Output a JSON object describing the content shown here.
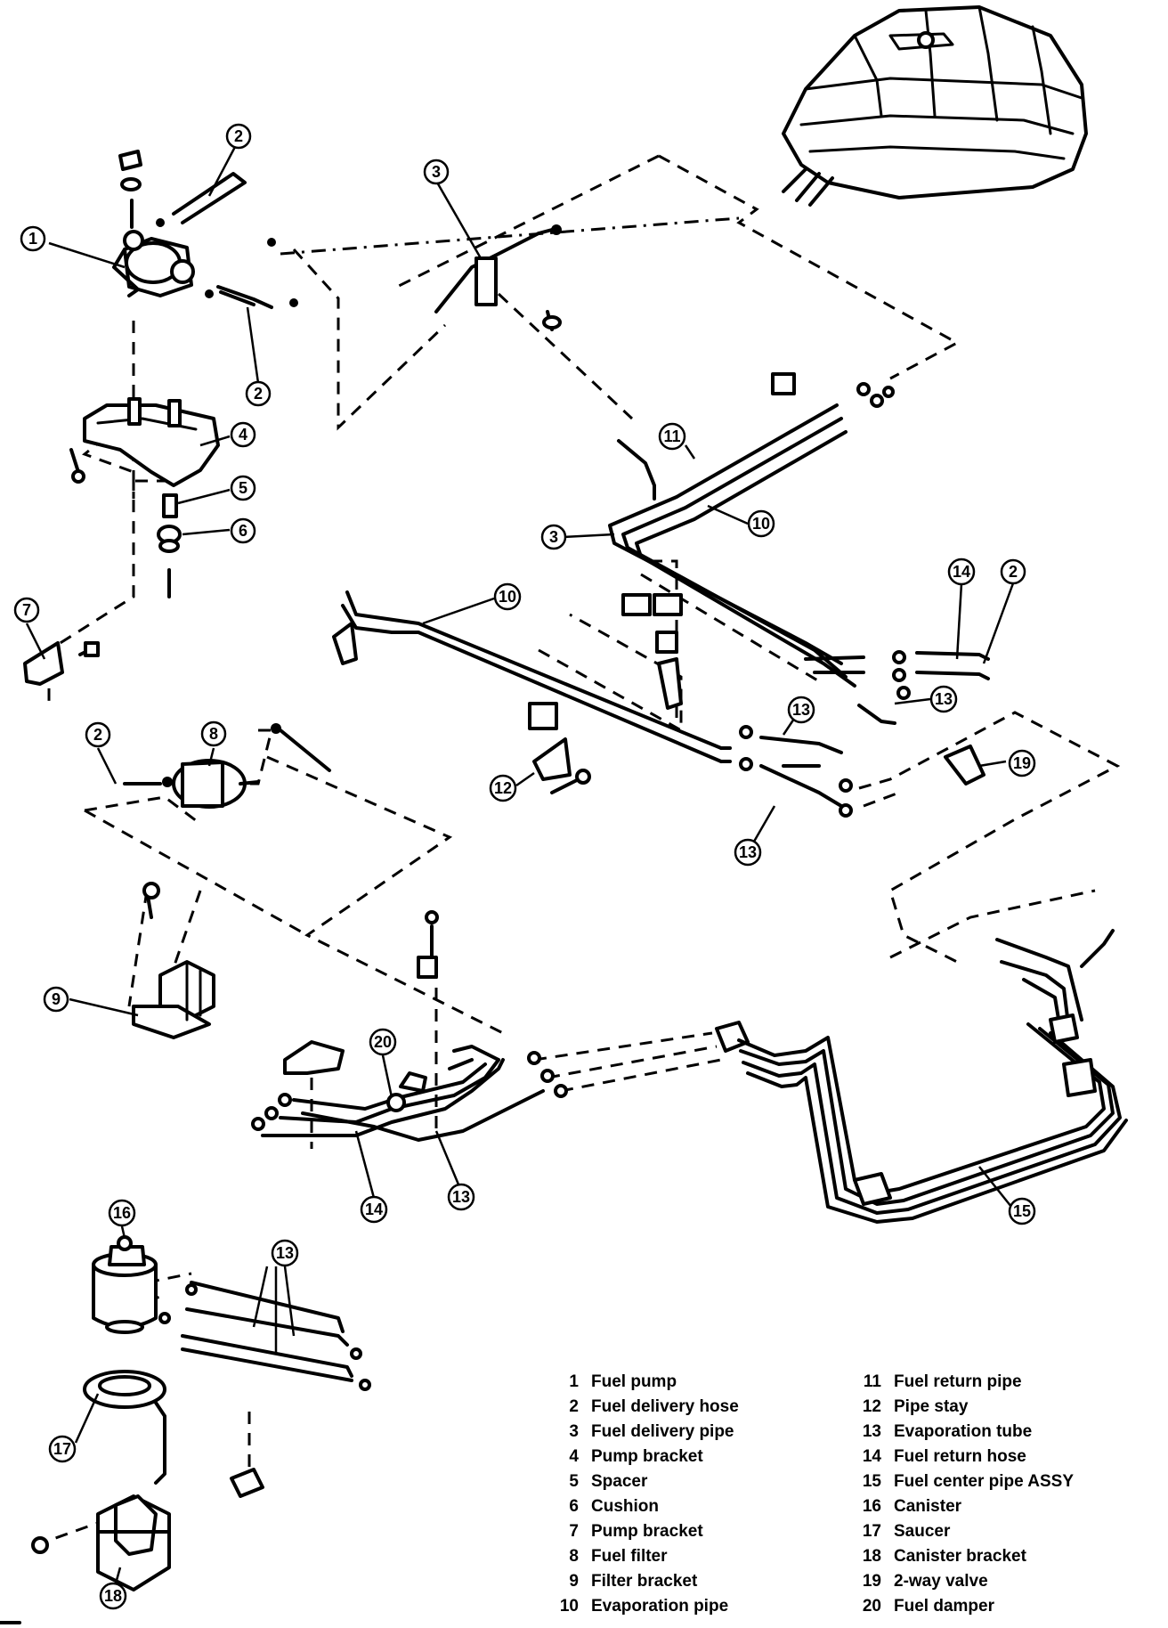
{
  "legend": [
    {
      "num": "1",
      "label": "Fuel pump"
    },
    {
      "num": "2",
      "label": "Fuel delivery hose"
    },
    {
      "num": "3",
      "label": "Fuel delivery pipe"
    },
    {
      "num": "4",
      "label": "Pump bracket"
    },
    {
      "num": "5",
      "label": "Spacer"
    },
    {
      "num": "6",
      "label": "Cushion"
    },
    {
      "num": "7",
      "label": "Pump bracket"
    },
    {
      "num": "8",
      "label": "Fuel filter"
    },
    {
      "num": "9",
      "label": "Filter bracket"
    },
    {
      "num": "10",
      "label": "Evaporation pipe"
    },
    {
      "num": "11",
      "label": "Fuel return pipe"
    },
    {
      "num": "12",
      "label": "Pipe stay"
    },
    {
      "num": "13",
      "label": "Evaporation tube"
    },
    {
      "num": "14",
      "label": "Fuel return hose"
    },
    {
      "num": "15",
      "label": "Fuel center pipe ASSY"
    },
    {
      "num": "16",
      "label": "Canister"
    },
    {
      "num": "17",
      "label": "Saucer"
    },
    {
      "num": "18",
      "label": "Canister bracket"
    },
    {
      "num": "19",
      "label": "2-way valve"
    },
    {
      "num": "20",
      "label": "Fuel damper"
    }
  ],
  "callouts": [
    {
      "num": "1"
    },
    {
      "num": "2"
    },
    {
      "num": "2"
    },
    {
      "num": "3"
    },
    {
      "num": "4"
    },
    {
      "num": "5"
    },
    {
      "num": "6"
    },
    {
      "num": "7"
    },
    {
      "num": "11"
    },
    {
      "num": "10"
    },
    {
      "num": "3"
    },
    {
      "num": "10"
    },
    {
      "num": "14"
    },
    {
      "num": "2"
    },
    {
      "num": "13"
    },
    {
      "num": "13"
    },
    {
      "num": "19"
    },
    {
      "num": "12"
    },
    {
      "num": "13"
    },
    {
      "num": "2"
    },
    {
      "num": "8"
    },
    {
      "num": "9"
    },
    {
      "num": "20"
    },
    {
      "num": "14"
    },
    {
      "num": "13"
    },
    {
      "num": "15"
    },
    {
      "num": "16"
    },
    {
      "num": "13"
    },
    {
      "num": "17"
    },
    {
      "num": "18"
    }
  ]
}
